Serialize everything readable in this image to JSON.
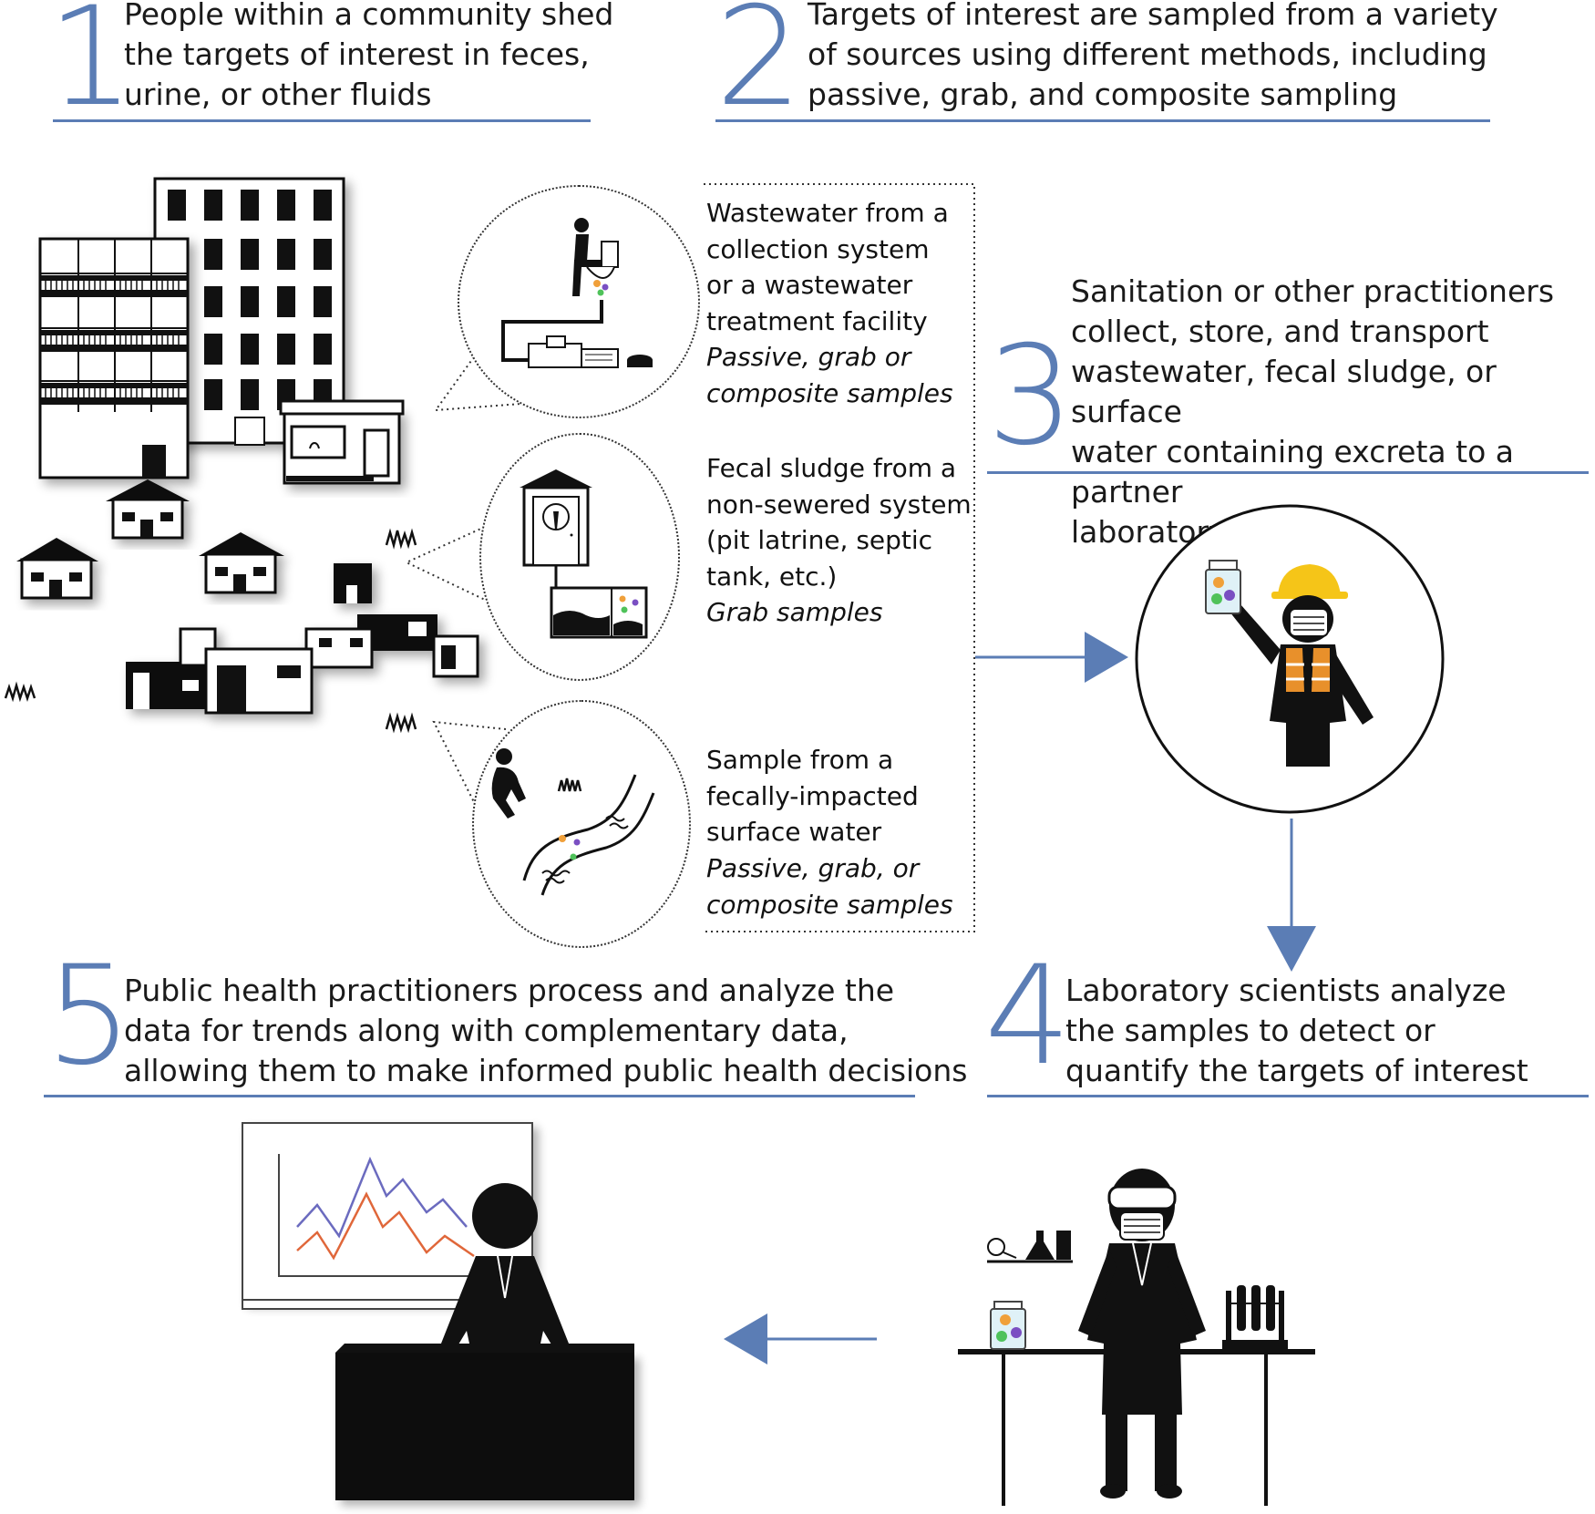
{
  "accent_color": "#5b7db5",
  "steps": [
    {
      "number": "1",
      "text": "People within a community shed\nthe targets of interest in feces,\nurine, or other fluids"
    },
    {
      "number": "2",
      "text": "Targets of interest are sampled from a variety\nof sources using different methods, including\npassive, grab, and composite sampling"
    },
    {
      "number": "3",
      "text": "Sanitation or other practitioners\ncollect, store, and transport\nwastewater, fecal sludge, or surface\nwater containing excreta to a partner\nlaboratory"
    },
    {
      "number": "4",
      "text": "Laboratory scientists analyze\nthe samples to detect or\nquantify the targets of interest"
    },
    {
      "number": "5",
      "text": "Public health practitioners process and analyze the\ndata for trends along with complementary data,\nallowing them to make informed public health decisions"
    }
  ],
  "sources": [
    {
      "description": "Wastewater from a\ncollection system\nor a wastewater\ntreatment facility",
      "methods": "Passive, grab or\ncomposite samples",
      "icon": "toilet-sewer-icon"
    },
    {
      "description": "Fecal sludge from a\nnon-sewered system\n(pit latrine, septic\ntank, etc.)",
      "methods": "Grab samples",
      "icon": "pit-latrine-icon"
    },
    {
      "description": "Sample from a\nfecally-impacted\nsurface water",
      "methods": "Passive, grab, or\ncomposite samples",
      "icon": "open-defecation-river-icon"
    }
  ],
  "illustrations": [
    "community-buildings-icon",
    "sanitation-worker-icon",
    "lab-scientist-icon",
    "public-health-analyst-icon"
  ],
  "chart_series_colors": [
    "#6b6bbf",
    "#e0673a"
  ]
}
